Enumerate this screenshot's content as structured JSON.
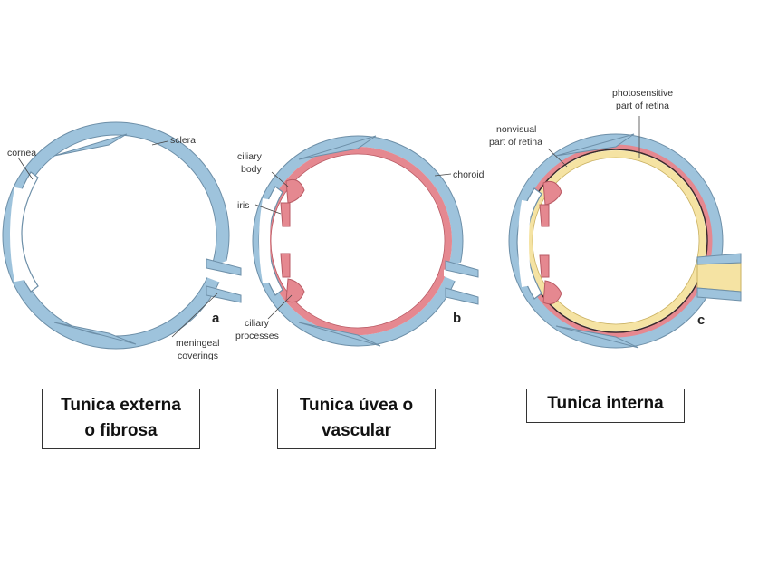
{
  "colors": {
    "sclera": "#9ec3dc",
    "sclera_edge": "#6d8fa8",
    "choroid": "#e58890",
    "retina": "#f5e3a3",
    "retina_edge": "#c9b060",
    "retina_dark": "#3a2a2a",
    "cornea": "#ffffff"
  },
  "diagrams": {
    "a": {
      "letter": "a",
      "labels": {
        "cornea": "cornea",
        "sclera": "sclera",
        "meningeal_1": "meningeal",
        "meningeal_2": "coverings"
      }
    },
    "b": {
      "letter": "b",
      "labels": {
        "ciliary_body_1": "ciliary",
        "ciliary_body_2": "body",
        "iris": "iris",
        "choroid": "choroid",
        "ciliary_processes_1": "ciliary",
        "ciliary_processes_2": "processes"
      }
    },
    "c": {
      "letter": "c",
      "labels": {
        "nonvisual_1": "nonvisual",
        "nonvisual_2": "part of retina",
        "photosensitive_1": "photosensitive",
        "photosensitive_2": "part of retina"
      }
    }
  },
  "captions": {
    "externa": {
      "line1": "Tunica externa",
      "line2": "o fibrosa"
    },
    "uvea": {
      "line1": "Tunica úvea o",
      "line2": "vascular"
    },
    "interna": {
      "line1": "Tunica interna"
    }
  }
}
